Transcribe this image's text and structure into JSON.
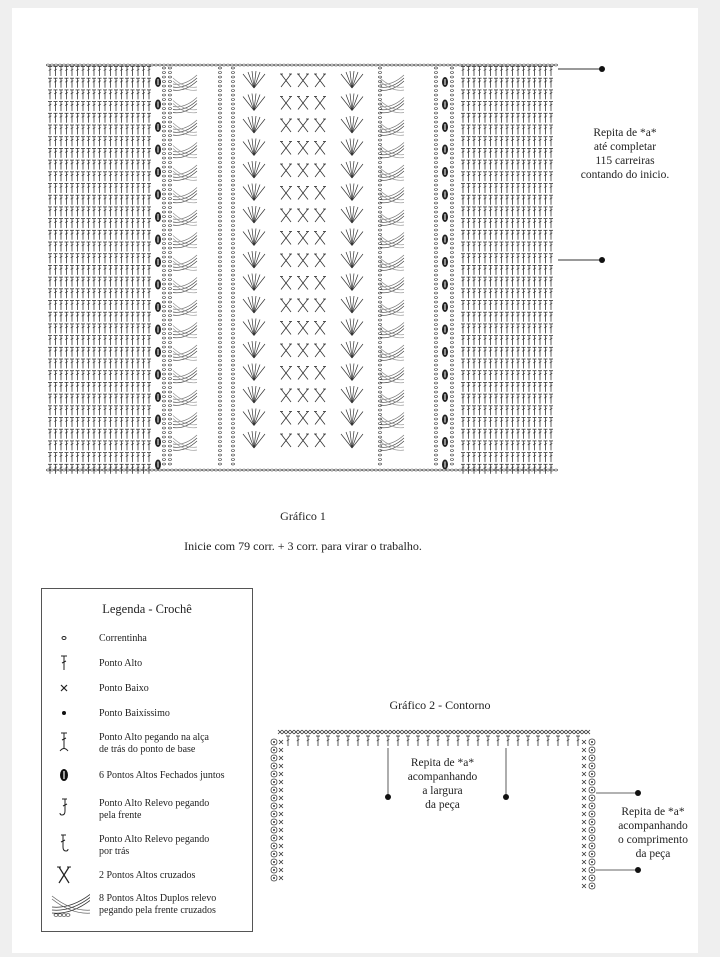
{
  "chart1": {
    "note": [
      "Repita de *a*",
      "até completar",
      "115 carreiras",
      "contando do inicio."
    ],
    "title": "Gráfico 1",
    "subtitle": "Inicie com 79 corr. + 3 corr. para virar o trabalho."
  },
  "legend": {
    "title": "Legenda - Crochê",
    "items": [
      {
        "label": [
          "Correntinha"
        ],
        "icon": "chain-symbol"
      },
      {
        "label": [
          "Ponto Alto"
        ],
        "icon": "double-crochet-symbol"
      },
      {
        "label": [
          "Ponto Baixo"
        ],
        "icon": "single-crochet-symbol"
      },
      {
        "label": [
          "Ponto Baixíssimo"
        ],
        "icon": "slip-stitch-symbol"
      },
      {
        "label": [
          "Ponto Alto pegando na alça",
          "de trás do ponto de base"
        ],
        "icon": "back-loop-dc-symbol"
      },
      {
        "label": [
          "6 Pontos Altos Fechados juntos"
        ],
        "icon": "cluster-symbol"
      },
      {
        "label": [
          "Ponto Alto Relevo pegando",
          "pela frente"
        ],
        "icon": "front-post-dc-symbol"
      },
      {
        "label": [
          "Ponto Alto Relevo pegando",
          "por trás"
        ],
        "icon": "back-post-dc-symbol"
      },
      {
        "label": [
          "2 Pontos Altos cruzados"
        ],
        "icon": "crossed-dc-symbol"
      },
      {
        "label": [
          "8 Pontos Altos Duplos relevo",
          "pegando pela frente cruzados"
        ],
        "icon": "cable-symbol"
      }
    ]
  },
  "chart2": {
    "title": "Gráfico 2 - Contorno",
    "note_width": [
      "Repita de *a*",
      "acompanhando",
      "a largura",
      "da peça"
    ],
    "note_length": [
      "Repita de *a*",
      "acompanhando",
      "o comprimento",
      "da peça"
    ]
  }
}
